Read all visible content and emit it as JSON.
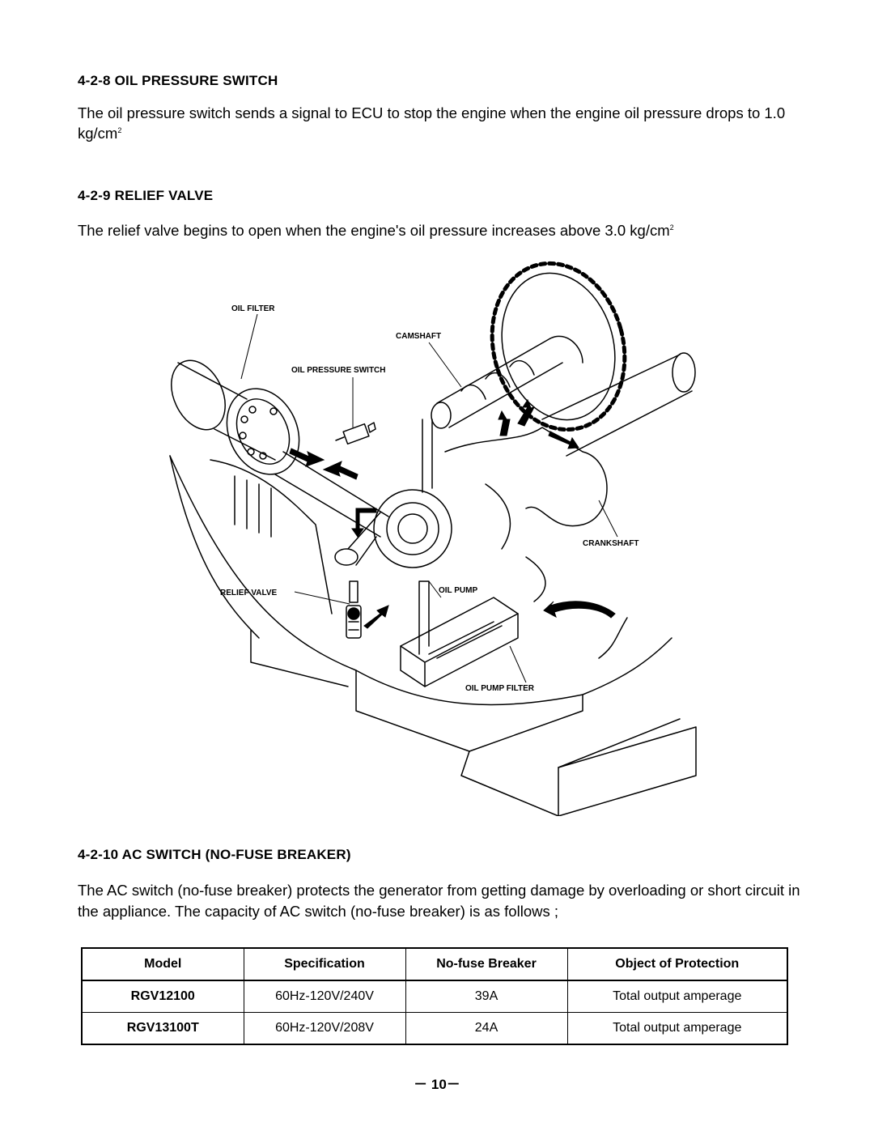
{
  "s1": {
    "heading": "4-2-8 OIL PRESSURE SWITCH",
    "text": "The oil pressure switch sends a signal to ECU to stop the engine when the engine oil pressure drops to 1.0 kg/cm",
    "sup": "2"
  },
  "s2": {
    "heading": "4-2-9 RELIEF VALVE",
    "text": "The relief valve begins to open when the engine's oil pressure increases above 3.0 kg/cm",
    "sup": "2"
  },
  "diagram": {
    "labels": {
      "oil_filter": "OIL FILTER",
      "camshaft": "CAMSHAFT",
      "oil_pressure_switch": "OIL PRESSURE SWITCH",
      "crankshaft": "CRANKSHAFT",
      "relief_valve": "RELIEF VALVE",
      "oil_pump": "OIL PUMP",
      "oil_pump_filter": "OIL PUMP FILTER"
    }
  },
  "s3": {
    "heading": "4-2-10 AC SWITCH (NO-FUSE BREAKER)",
    "text": "The AC switch (no-fuse breaker) protects the generator from getting damage by overloading or short circuit in the appliance. The capacity of AC switch (no-fuse breaker) is as follows ;"
  },
  "table": {
    "headers": [
      "Model",
      "Specification",
      "No-fuse Breaker",
      "Object of Protection"
    ],
    "rows": [
      [
        "RGV12100",
        "60Hz-120V/240V",
        "39A",
        "Total output amperage"
      ],
      [
        "RGV13100T",
        "60Hz-120V/208V",
        "24A",
        "Total output amperage"
      ]
    ]
  },
  "page_number": "－ 10－"
}
